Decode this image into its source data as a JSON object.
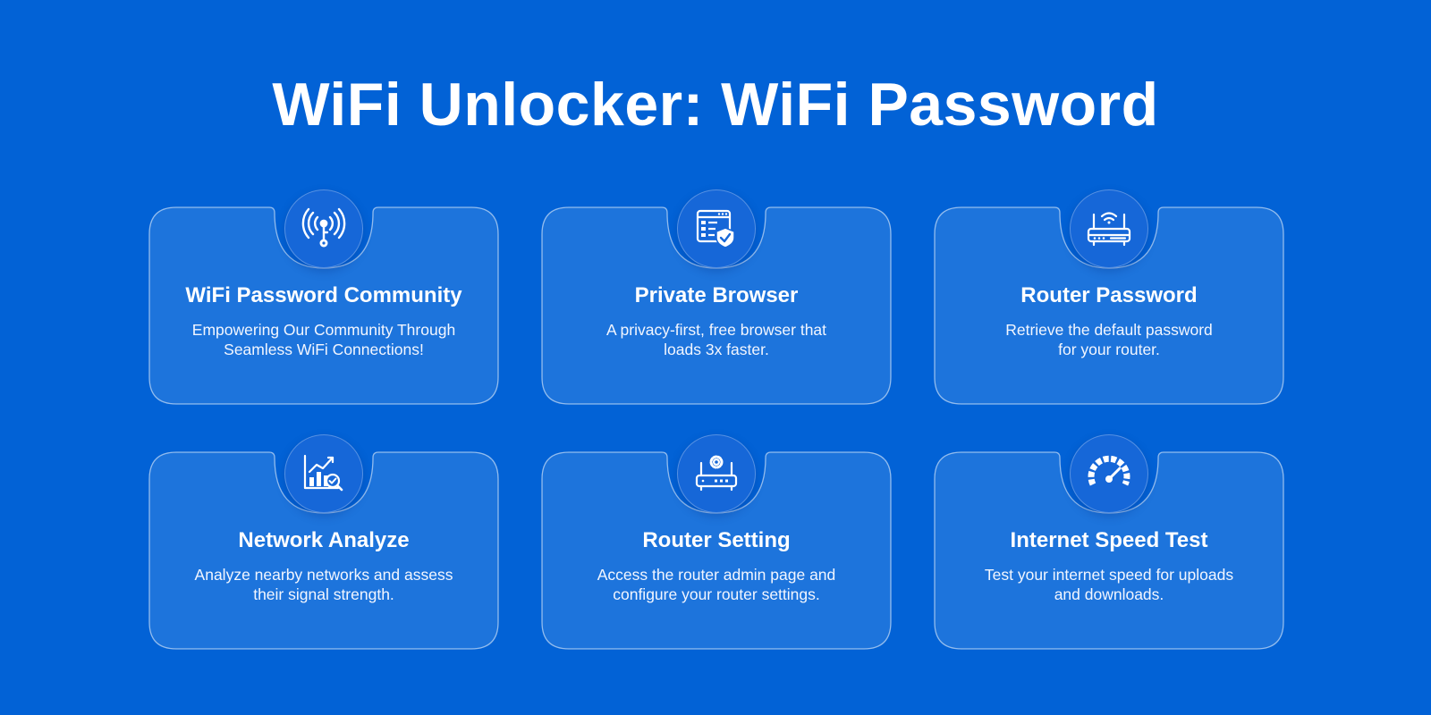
{
  "title": "WiFi Unlocker: WiFi Password",
  "colors": {
    "background": "#0262d6",
    "card": "#1d74dc",
    "badge": "#1667d8",
    "text": "#ffffff"
  },
  "features": [
    {
      "icon": "wifi-key-icon",
      "title": "WiFi Password Community",
      "description": "Empowering Our Community Through\nSeamless WiFi Connections!"
    },
    {
      "icon": "secure-browser-icon",
      "title": "Private Browser",
      "description": "A privacy-first, free browser that\nloads 3x faster."
    },
    {
      "icon": "router-icon",
      "title": "Router Password",
      "description": "Retrieve the default password\nfor your router."
    },
    {
      "icon": "analytics-chart-icon",
      "title": "Network Analyze",
      "description": "Analyze nearby networks and assess\ntheir signal strength."
    },
    {
      "icon": "router-gear-icon",
      "title": "Router Setting",
      "description": "Access the router admin page and\nconfigure your router settings."
    },
    {
      "icon": "speedometer-icon",
      "title": "Internet Speed Test",
      "description": "Test your internet speed for uploads\nand downloads."
    }
  ]
}
